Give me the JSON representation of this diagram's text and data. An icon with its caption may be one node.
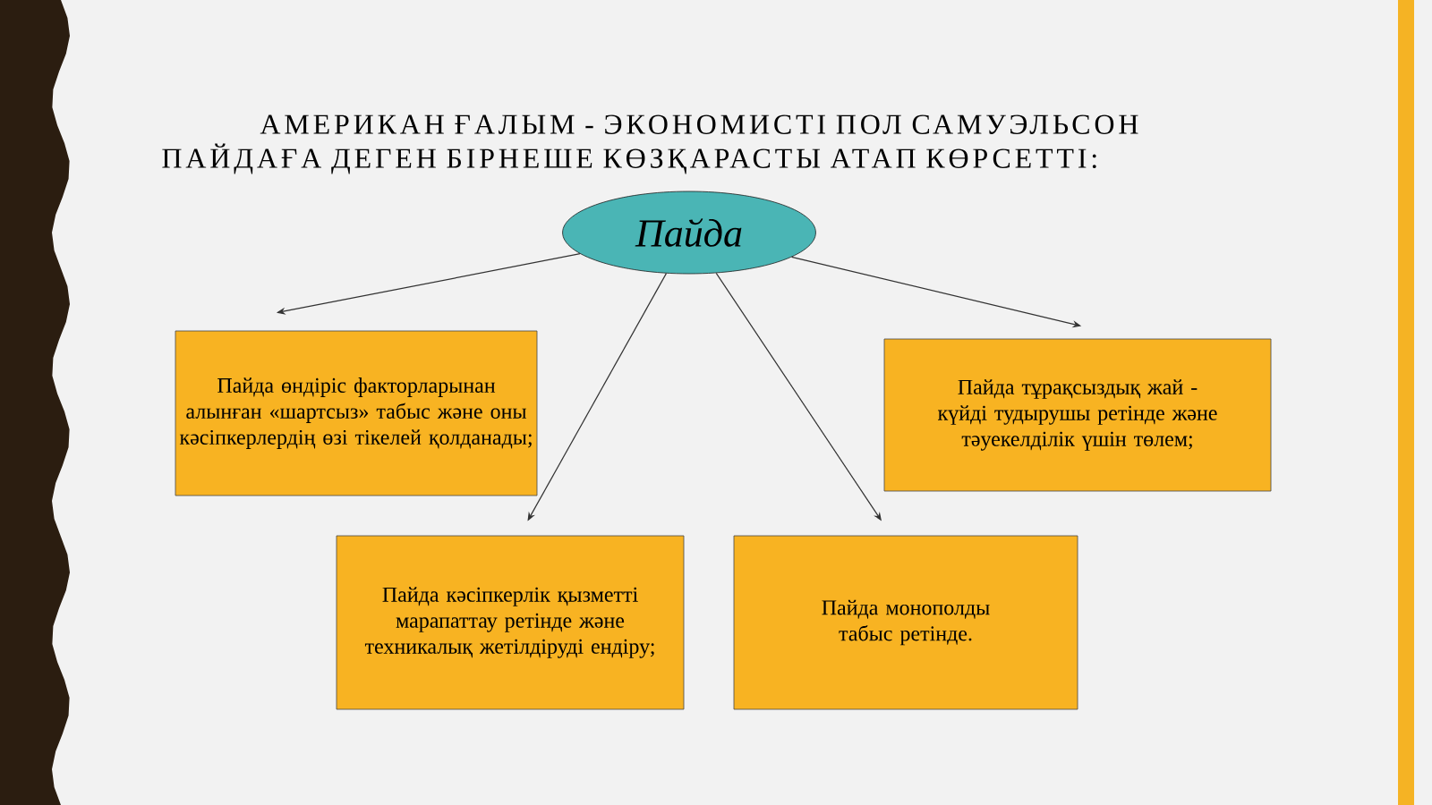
{
  "diagram": {
    "title": "АМЕРИКАН ҒАЛЫМ - ЭКОНОМИСТІ ПОЛ САМУЭЛЬСОН ПАЙДАҒА ДЕГЕН БІРНЕШЕ КӨЗҚАРАСТЫ АТАП КӨРСЕТТІ:",
    "nodes": [
      {
        "text": [
          "Пайда"
        ]
      },
      {
        "text": [
          "Пайда өндіріс факторларынан алынған «шартсыз» табыс және оны кәсіпкерлердің өзі тікелей қолданады;"
        ]
      },
      {
        "text": [
          "Пайда тұрақсыздық жай -күйді тудырушы ретінде және тәуекелділік үшін төлем;"
        ]
      },
      {
        "text": [
          "Пайда кәсіпкерлік қызметті марапаттау ретінде және техникалық жетілдіруді ендіру;"
        ]
      },
      {
        "text": [
          "Пайда монополды табыс ретінде."
        ]
      }
    ],
    "edges": [
      {
        "from": 0,
        "to": 1,
        "arrow": "to"
      },
      {
        "from": 0,
        "to": 3,
        "arrow": "to"
      },
      {
        "from": 0,
        "to": 4,
        "arrow": "to"
      },
      {
        "from": 0,
        "to": 2,
        "arrow": "to"
      }
    ]
  }
}
